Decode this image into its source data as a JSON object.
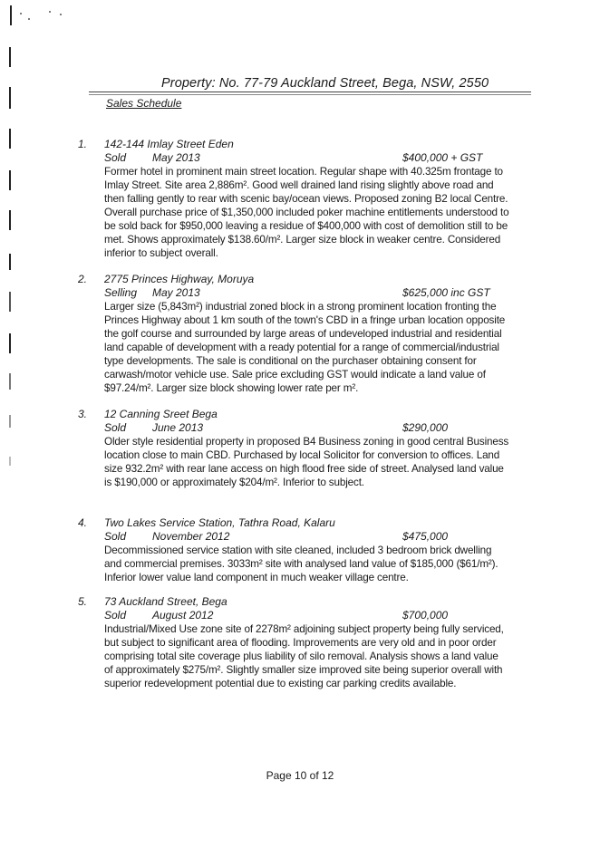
{
  "header": {
    "title": "Property: No. 77-79 Auckland Street, Bega, NSW, 2550",
    "section": "Sales Schedule"
  },
  "entries": [
    {
      "number": "1.",
      "address": "142-144 Imlay Street Eden",
      "status": "Sold",
      "date": "May 2013",
      "price": "$400,000 + GST",
      "lines": [
        "Former hotel in prominent main street location. Regular shape with 40.325m frontage to",
        "Imlay Street. Site area 2,886m². Good well drained land rising slightly above road and",
        "then falling gently to rear with scenic bay/ocean views. Proposed zoning B2 local Centre.",
        "Overall purchase price of $1,350,000 included poker machine entitlements understood to",
        "be sold back for $950,000 leaving a residue of $400,000 with cost of demolition still to be",
        "met. Shows approximately $138.60/m². Larger size block in weaker centre. Considered",
        "inferior to subject overall."
      ]
    },
    {
      "number": "2.",
      "address": "2775 Princes Highway, Moruya",
      "status": "Selling",
      "date": "May 2013",
      "price": "$625,000 inc GST",
      "lines": [
        "Larger size (5,843m²) industrial zoned block in a strong prominent location fronting the",
        "Princes Highway about 1 km south of the town's CBD in a fringe urban location opposite",
        "the golf course and surrounded by large areas of undeveloped industrial and residential",
        "land capable of development with a ready potential for a range of commercial/industrial",
        "type developments. The sale is conditional on the purchaser obtaining consent for",
        "carwash/motor vehicle use. Sale price excluding GST would indicate a land value of",
        "$97.24/m². Larger size block showing lower rate per m²."
      ]
    },
    {
      "number": "3.",
      "address": "12 Canning Sreet Bega",
      "status": "Sold",
      "date": "June 2013",
      "price": "$290,000",
      "lines": [
        "Older style residential property in proposed B4 Business zoning in good central Business",
        "location close to main CBD. Purchased by local Solicitor for conversion to offices. Land",
        "size 932.2m² with rear lane access on high flood free side of street. Analysed land value",
        "is $190,000 or approximately $204/m². Inferior to subject."
      ]
    },
    {
      "number": "4.",
      "address": "Two Lakes Service Station, Tathra Road, Kalaru",
      "status": "Sold",
      "date": "November 2012",
      "price": "$475,000",
      "lines": [
        "Decommissioned service station with site cleaned, included 3 bedroom brick dwelling",
        "and commercial premises.  3033m² site with analysed land value of $185,000 ($61/m²).",
        "Inferior lower value land component in much weaker village centre."
      ]
    },
    {
      "number": "5.",
      "address": "73 Auckland Street, Bega",
      "status": "Sold",
      "date": "August 2012",
      "price": "$700,000",
      "lines": [
        "Industrial/Mixed Use zone site of 2278m² adjoining subject property being fully serviced,",
        "but subject to significant area of flooding.  Improvements are very old and in poor order",
        "comprising total site coverage plus liability of silo removal.  Analysis shows a land value",
        "of approximately $275/m². Slightly smaller size improved site being superior overall with",
        "superior redevelopment potential due to existing car parking credits available."
      ]
    }
  ],
  "footer": {
    "page": "Page 10 of 12"
  }
}
